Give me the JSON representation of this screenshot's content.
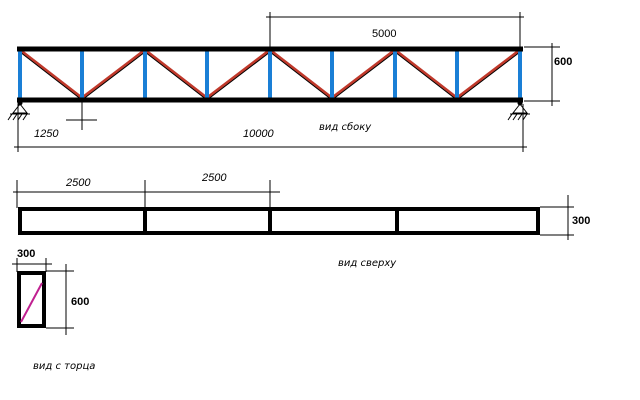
{
  "colors": {
    "chord": "#000000",
    "vertical": "#1a7fd6",
    "diagonal": "#c0392b",
    "end_diagonal": "#c02090",
    "dim_line": "#000000"
  },
  "side_view": {
    "dim_top": "5000",
    "dim_height": "600",
    "dim_offset": "1250",
    "dim_span": "10000",
    "caption": "вид сбоку"
  },
  "top_view": {
    "dim_panel_1": "2500",
    "dim_panel_2": "2500",
    "dim_width": "300",
    "caption": "вид сверху"
  },
  "end_view": {
    "dim_width": "300",
    "dim_height": "600",
    "caption": "вид с торца"
  }
}
